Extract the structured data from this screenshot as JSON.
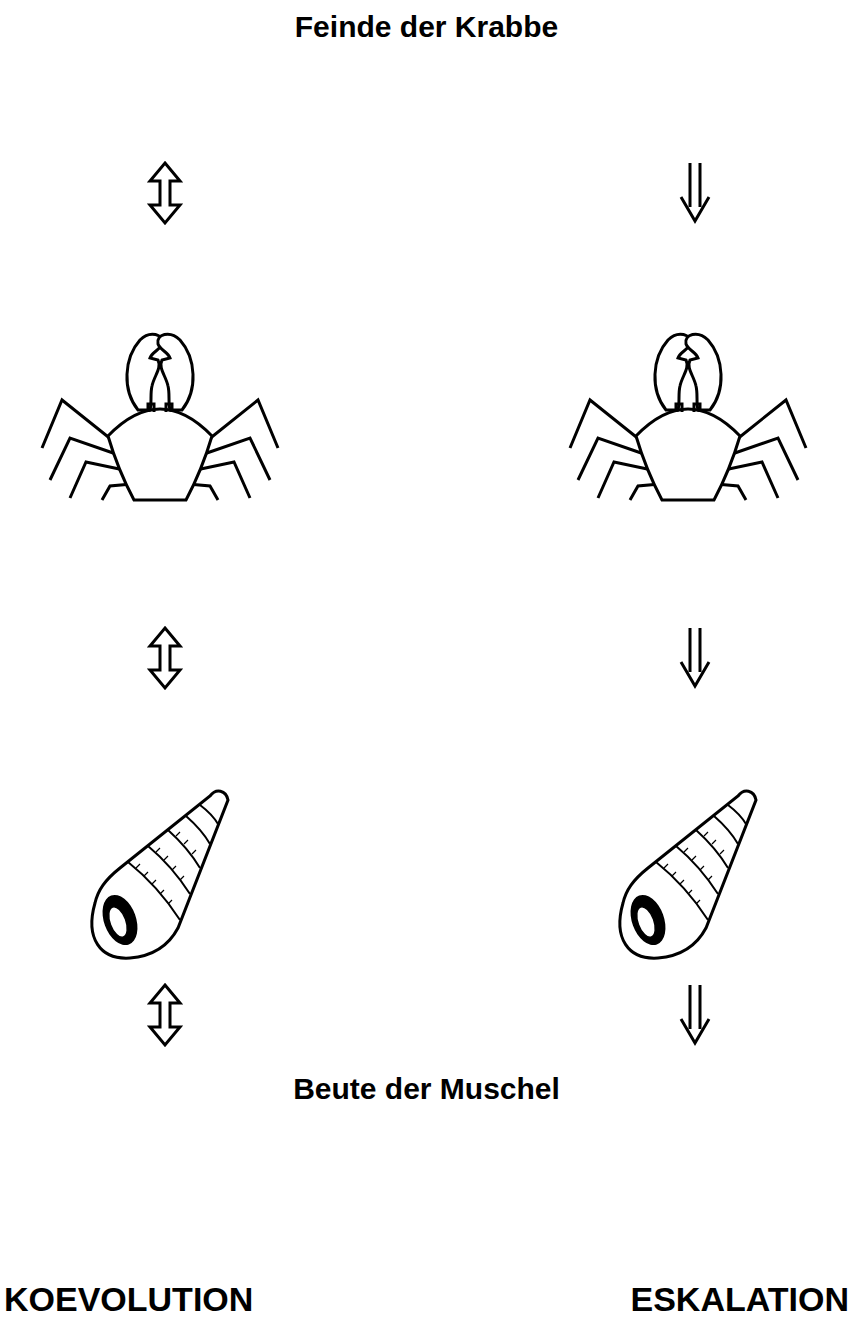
{
  "diagram": {
    "title": "Feinde der Krabbe",
    "labels": [
      "Beute der Muschel",
      "KOEVOLUTION",
      "ESKALATION"
    ]
  }
}
